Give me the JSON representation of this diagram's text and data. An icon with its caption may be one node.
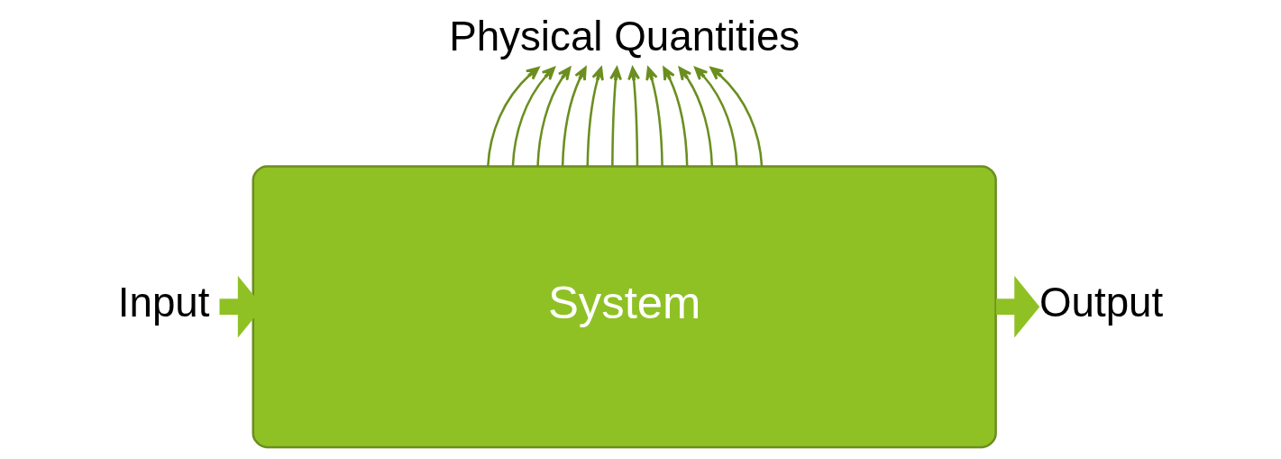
{
  "diagram": {
    "nodes": [
      {
        "text": [
          "Input"
        ]
      },
      {
        "text": [
          "System"
        ]
      },
      {
        "text": [
          "Output"
        ]
      },
      {
        "text": [
          "Physical Quantities"
        ]
      }
    ],
    "edges": [
      {
        "from": 0,
        "to": 1,
        "arrow": "to",
        "style": "thick",
        "color": "#8fc125"
      },
      {
        "from": 1,
        "to": 2,
        "arrow": "to",
        "style": "thick",
        "color": "#8fc125"
      },
      {
        "from": 1,
        "to": 3,
        "arrow": "to"
      },
      {
        "from": 1,
        "to": 3,
        "arrow": "to"
      },
      {
        "from": 1,
        "to": 3,
        "arrow": "to"
      },
      {
        "from": 1,
        "to": 3,
        "arrow": "to"
      },
      {
        "from": 1,
        "to": 3,
        "arrow": "to"
      },
      {
        "from": 1,
        "to": 3,
        "arrow": "to"
      },
      {
        "from": 1,
        "to": 3,
        "arrow": "to"
      },
      {
        "from": 1,
        "to": 3,
        "arrow": "to"
      },
      {
        "from": 1,
        "to": 3,
        "arrow": "to"
      },
      {
        "from": 1,
        "to": 3,
        "arrow": "to"
      },
      {
        "from": 1,
        "to": 3,
        "arrow": "to"
      },
      {
        "from": 1,
        "to": 3,
        "arrow": "to"
      }
    ]
  }
}
